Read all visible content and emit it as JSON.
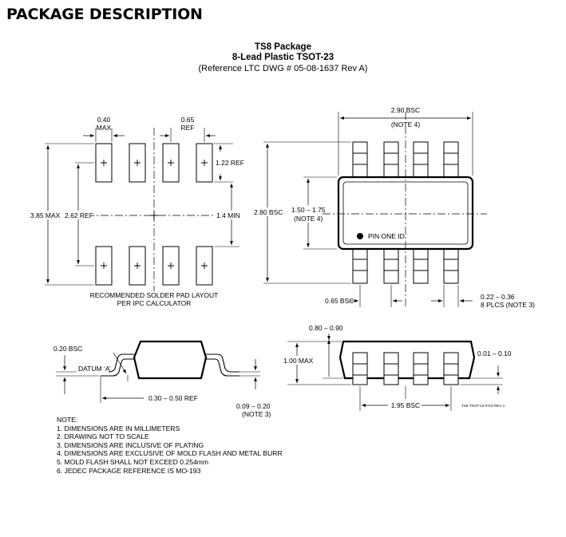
{
  "page_title": "PACKAGE DESCRIPTION",
  "package": {
    "name": "TS8 Package",
    "type": "8-Lead Plastic TSOT-23",
    "reference": "(Reference LTC DWG # 05-08-1637 Rev A)"
  },
  "pad_layout": {
    "pad_width": "0.40",
    "pad_width_note": "MAX",
    "pitch": "0.65",
    "pitch_note": "REF",
    "pad_length": "1.22 REF",
    "overall_height": "3.85 MAX",
    "pad_centers": "2.62 REF",
    "inner_gap": "1.4 MIN",
    "caption_line1": "RECOMMENDED SOLDER PAD LAYOUT",
    "caption_line2": "PER IPC CALCULATOR"
  },
  "top_view": {
    "width": "2.90 BSC",
    "width_note": "(NOTE 4)",
    "total_height": "2.80 BSC",
    "body_height": "1.50 – 1.75",
    "body_height_note": "(NOTE 4)",
    "pin_one_label": "PIN ONE ID",
    "lead_pitch": "0.65 BSC",
    "lead_width": "0.22 – 0.36",
    "lead_width_note": "8 PLCS (NOTE 3)"
  },
  "side_view": {
    "standoff": "0.20 BSC",
    "datum_label": "DATUM ‘A’",
    "foot_length": "0.30 – 0.50 REF",
    "lead_thickness": "0.09 – 0.20",
    "lead_thickness_note": "(NOTE 3)"
  },
  "end_view": {
    "body_thickness": "0.80 – 0.90",
    "max_height": "1.00 MAX",
    "clearance": "0.01 – 0.10",
    "span": "1.95 BSC",
    "drawing_id": "TS8 TSOT-23 0710 REV A"
  },
  "notes": {
    "heading": "NOTE:",
    "items": [
      "1. DIMENSIONS ARE IN MILLIMETERS",
      "2. DRAWING NOT TO SCALE",
      "3. DIMENSIONS ARE INCLUSIVE OF PLATING",
      "4. DIMENSIONS ARE EXCLUSIVE OF MOLD FLASH AND METAL BURR",
      "5. MOLD FLASH SHALL NOT EXCEED 0.254mm",
      "6. JEDEC PACKAGE REFERENCE IS MO-193"
    ]
  }
}
